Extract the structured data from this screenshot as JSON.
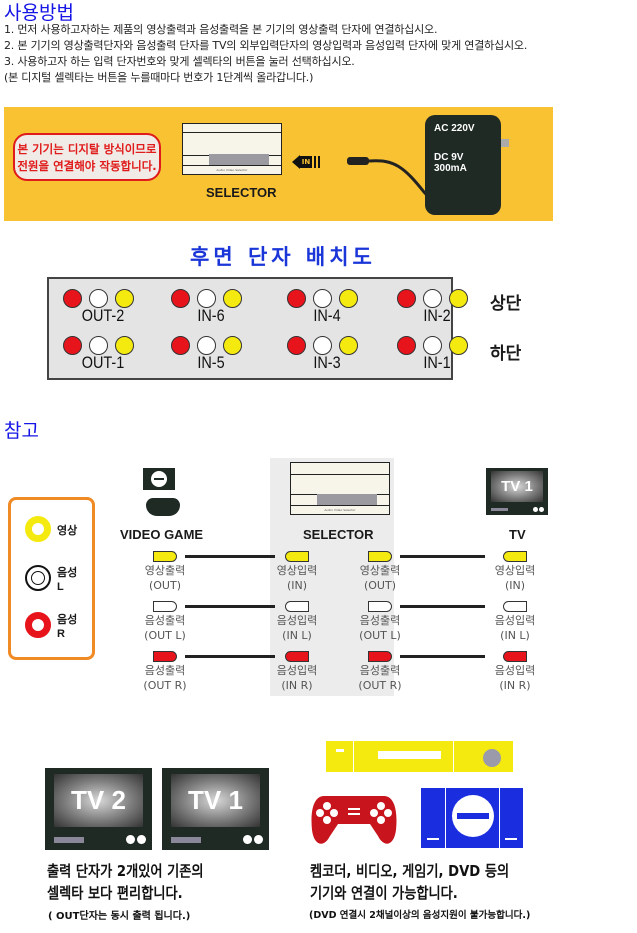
{
  "section1": {
    "title": "사용방법",
    "steps": [
      "1. 먼저 사용하고자하는 제품의 영상출력과 음성출력을 본 기기의 영상출력 단자에 연결하십시오.",
      "2. 본 기기의 영상출력단자와 음성출력 단자를 TV의 외부입력단자의 영상입력과 음성입력 단자에 맞게 연결하십시오.",
      "3. 사용하고자 하는 입력 단자번호와 맞게 셀렉타의 버튼을 눌러 선택하십시오.",
      "(본 디지털 셀렉타는 버튼을 누를때마다 번호가 1단계씩 올라갑니다.)"
    ]
  },
  "power": {
    "warning_line1": "본 기기는 디지탈 방식이므로",
    "warning_line2": "전원을 연결해야 작동합니다.",
    "selector_label": "SELECTOR",
    "device_caption": "Audio Video Selector",
    "plug_label": "IN",
    "adapter_ac": "AC 220V",
    "adapter_dc": "DC 9V",
    "adapter_ma": "300mA"
  },
  "rear": {
    "title": "후면 단자 배치도",
    "top_label": "상단",
    "bottom_label": "하단",
    "top_row": [
      "OUT-2",
      "IN-6",
      "IN-4",
      "IN-2"
    ],
    "bottom_row": [
      "OUT-1",
      "IN-5",
      "IN-3",
      "IN-1"
    ]
  },
  "section2": {
    "title": "참고"
  },
  "legend": {
    "video": "영상",
    "audio_l_1": "음성",
    "audio_l_2": "L",
    "audio_r_1": "음성",
    "audio_r_2": "R"
  },
  "wiring": {
    "game_label": "VIDEO GAME",
    "selector_label": "SELECTOR",
    "tv_label": "TV",
    "tv_screen": "TV 1",
    "device_caption": "Audio Video Selector",
    "rows": [
      {
        "color": "#f5ea10",
        "labels": [
          [
            "영상출력",
            "(OUT)"
          ],
          [
            "영상입력",
            "(IN)"
          ],
          [
            "영상출력",
            "(OUT)"
          ],
          [
            "영상입력",
            "(IN)"
          ]
        ]
      },
      {
        "color": "#ffffff",
        "labels": [
          [
            "음성출력",
            "(OUT L)"
          ],
          [
            "음성입력",
            "(IN L)"
          ],
          [
            "음성출력",
            "(OUT L)"
          ],
          [
            "음성입력",
            "(IN L)"
          ]
        ]
      },
      {
        "color": "#e8141c",
        "labels": [
          [
            "음성출력",
            "(OUT R)"
          ],
          [
            "음성입력",
            "(IN R)"
          ],
          [
            "음성출력",
            "(OUT R)"
          ],
          [
            "음성입력",
            "(IN R)"
          ]
        ]
      }
    ]
  },
  "features": {
    "tv2": "TV 2",
    "tv1": "TV 1",
    "left_line1": "출력 단자가 2개있어 기존의",
    "left_line2": "셀렉타 보다 편리합니다.",
    "left_note": "( OUT단자는 동시 출력 됩니다.)",
    "right_line1": "켐코더, 비디오, 게임기, DVD 등의",
    "right_line2": "기기와 연결이 가능합니다.",
    "right_note": "(DVD 연결시 2채널이상의 음성지원이 불가능합니다.)"
  },
  "colors": {
    "blue": "#1515e6",
    "banner": "#f8c233",
    "red": "#e8141c",
    "yellow": "#f5ea10"
  }
}
